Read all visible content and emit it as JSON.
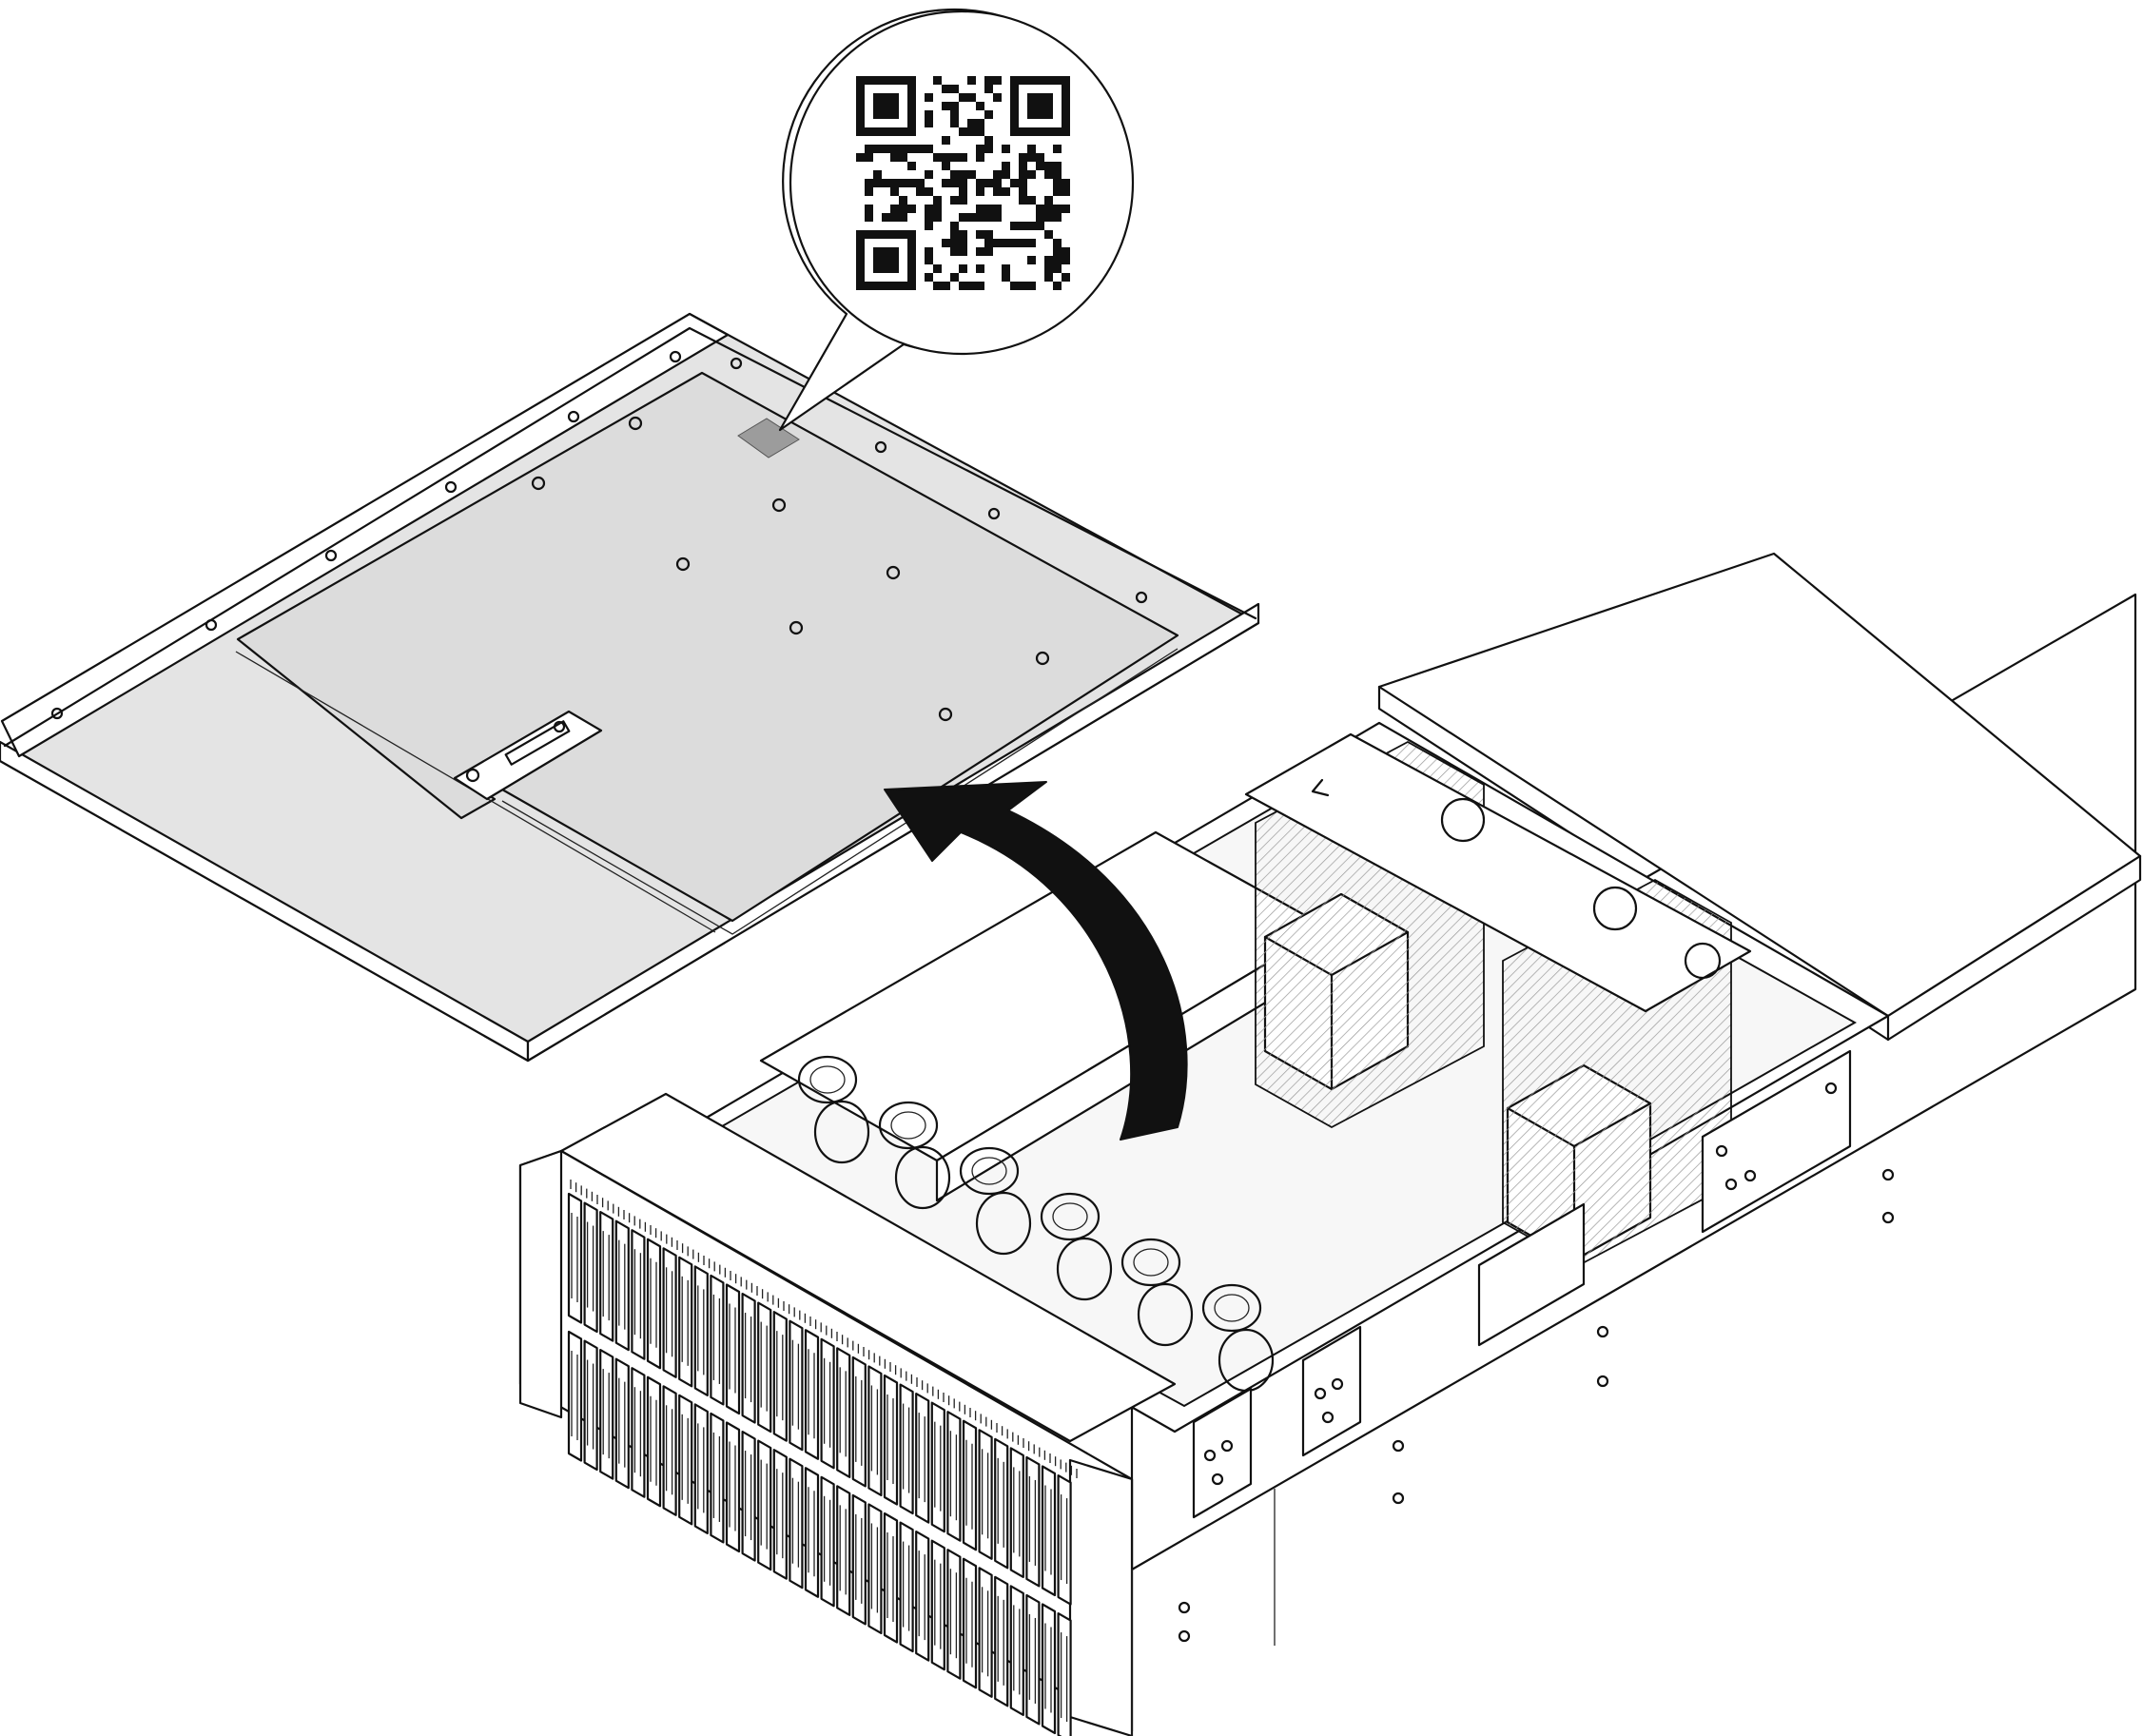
{
  "figure": {
    "subject": "server-top-cover-removal",
    "colors": {
      "line": "#111111",
      "cover_panel": "#e4e4e4",
      "qr_label": "#9c9c9c",
      "arrow": "#111111",
      "background": "#ffffff"
    },
    "icons": [
      "qr-code-icon",
      "lift-arrow-icon"
    ],
    "drive_bay_rows": 2,
    "drive_bays_per_row": 32,
    "fan_modules": 6
  }
}
